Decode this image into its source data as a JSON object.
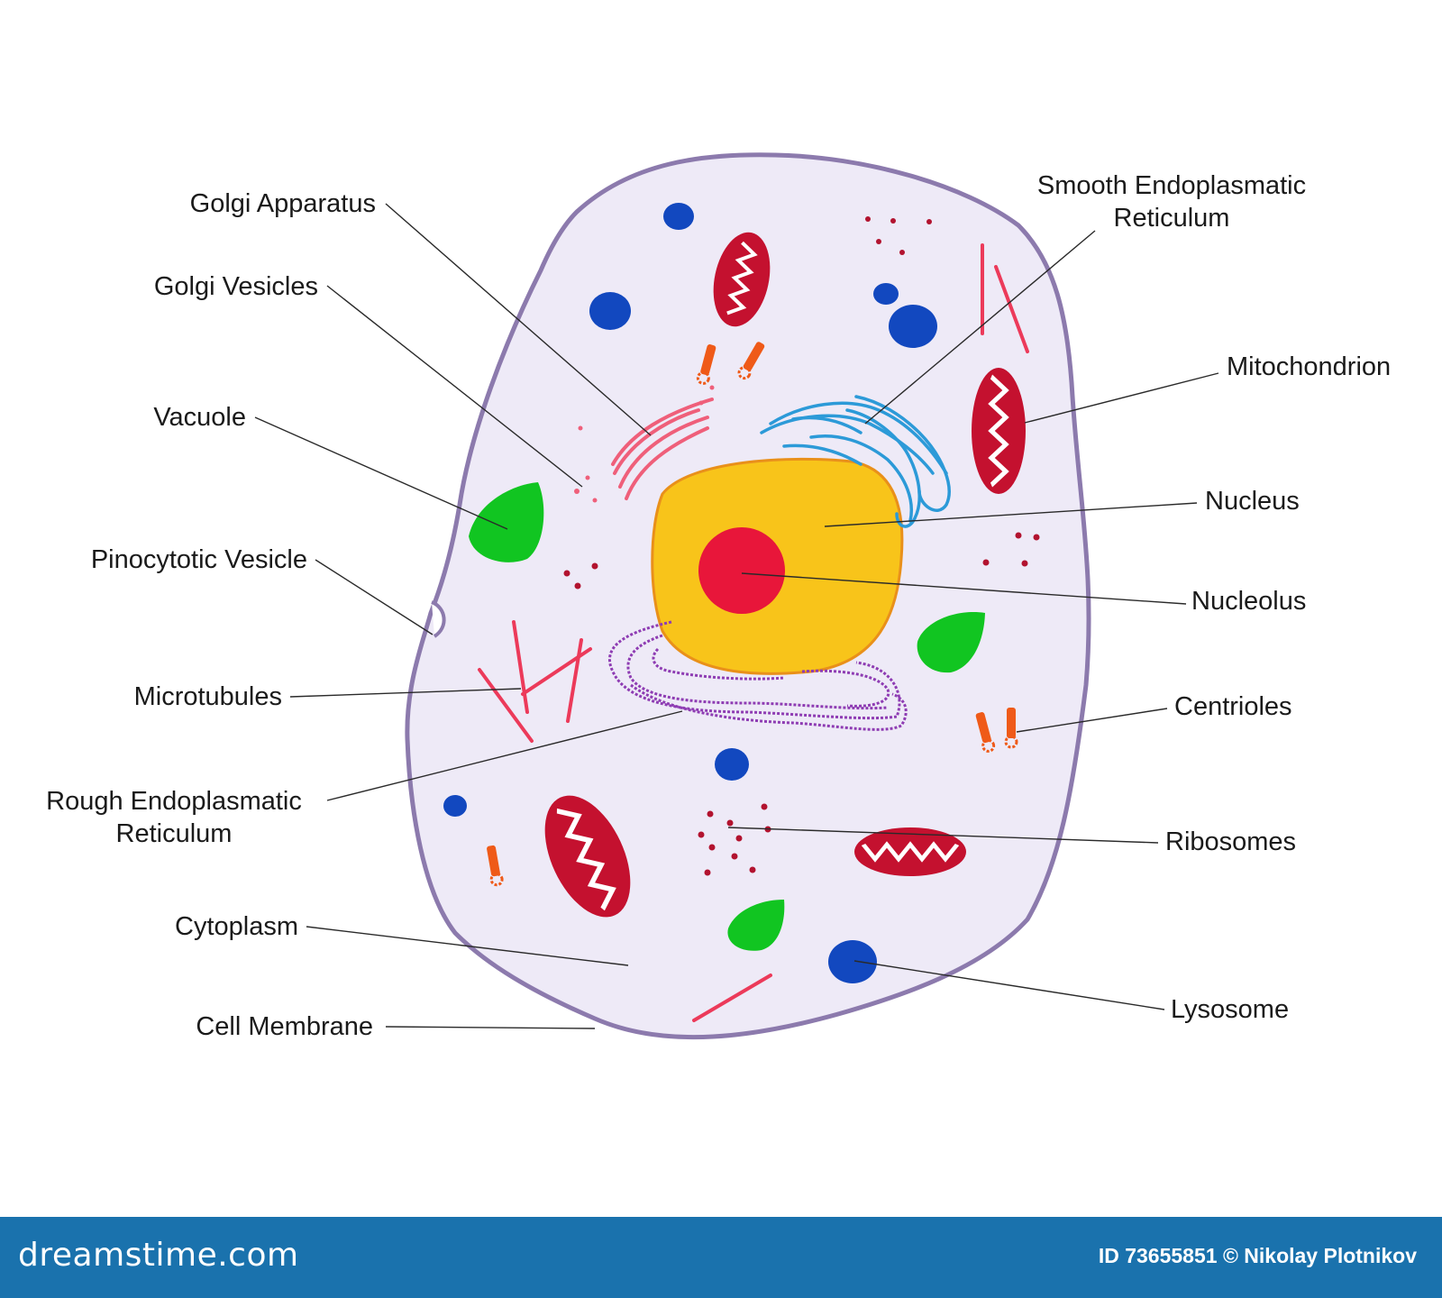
{
  "diagram": {
    "colors": {
      "cytoplasm": "#eeeaf7",
      "membrane": "#8c7aad",
      "nucleus": "#f8c41a",
      "nucleolus": "#e8163a",
      "mitochondrion": "#c4112f",
      "lysosome": "#1248bf",
      "vacuole": "#11c521",
      "golgi": "#ef5f7a",
      "smooth_er": "#2c9ad8",
      "rough_er": "#8e3cb3",
      "microtubules": "#ec3a5a",
      "centrioles": "#ef5a18",
      "ribosomes": "#b2132f"
    },
    "labels": {
      "golgi_apparatus": "Golgi Apparatus",
      "golgi_vesicles": "Golgi Vesicles",
      "vacuole": "Vacuole",
      "pinocytotic_vesicle": "Pinocytotic Vesicle",
      "microtubules": "Microtubules",
      "rough_er_line1": "Rough Endoplasmatic",
      "rough_er_line2": "Reticulum",
      "cytoplasm": "Cytoplasm",
      "cell_membrane": "Cell Membrane",
      "smooth_er_line1": "Smooth Endoplasmatic",
      "smooth_er_line2": "Reticulum",
      "mitochondrion": "Mitochondrion",
      "nucleus": "Nucleus",
      "nucleolus": "Nucleolus",
      "centrioles": "Centrioles",
      "ribosomes": "Ribosomes",
      "lysosome": "Lysosome"
    }
  },
  "footer": {
    "brand": "dreamstime.com",
    "credit": "ID 73655851 © Nikolay Plotnikov"
  }
}
